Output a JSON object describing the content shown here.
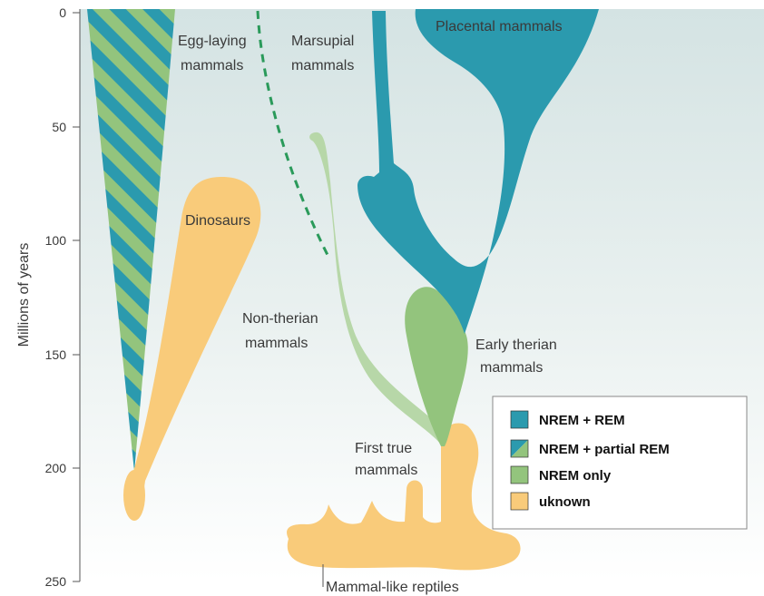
{
  "colors": {
    "nrem_rem": "#2b9aae",
    "nrem_only": "#93c47d",
    "unknown": "#f9cb7a",
    "dashed_line": "#2a9a5a",
    "background_top": "#d6e4e4"
  },
  "axis": {
    "label": "Millions of years",
    "ticks": [
      "0",
      "50",
      "100",
      "150",
      "200",
      "250"
    ]
  },
  "labels": {
    "egg_laying": [
      "Egg-laying",
      "mammals"
    ],
    "marsupial": [
      "Marsupial",
      "mammals"
    ],
    "placental": "Placental mammals",
    "dinosaurs": "Dinosaurs",
    "non_therian": [
      "Non-therian",
      "mammals"
    ],
    "early_therian": [
      "Early therian",
      "mammals"
    ],
    "first_true": [
      "First true",
      "mammals"
    ],
    "mammal_like": "Mammal-like reptiles"
  },
  "legend": {
    "items": [
      {
        "label": "NREM + REM",
        "swatch": "solid-teal"
      },
      {
        "label": "NREM + partial REM",
        "swatch": "split-teal-green"
      },
      {
        "label": "NREM only",
        "swatch": "solid-green"
      },
      {
        "label": "uknown",
        "swatch": "solid-orange"
      }
    ]
  }
}
